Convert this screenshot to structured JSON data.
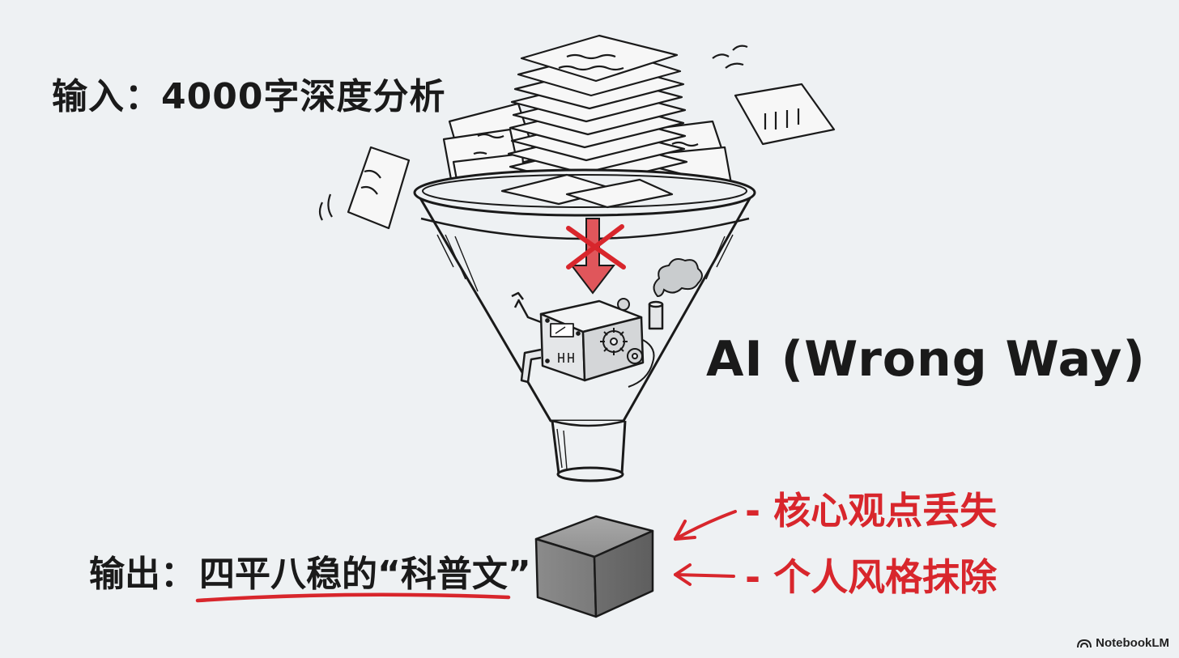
{
  "input_label": "输入：4000字深度分析",
  "ai_label": "AI (Wrong Way)",
  "output_prefix": "输出：",
  "output_text": "四平八稳的“科普文”",
  "loss_notes": [
    "- 核心观点丢失",
    "- 个人风格抹除"
  ],
  "watermark": "NotebookLM",
  "colors": {
    "background": "#eef1f3",
    "ink": "#1a1a1a",
    "accent_red": "#d8262c",
    "arrow_red": "#e0565b",
    "cube_gray": "#8a8a8a"
  },
  "icons": [
    "paper-stack-icon",
    "funnel-icon",
    "crossed-arrow-icon",
    "machine-icon",
    "gear-icon",
    "smoke-icon",
    "cube-icon",
    "watermark-icon"
  ]
}
